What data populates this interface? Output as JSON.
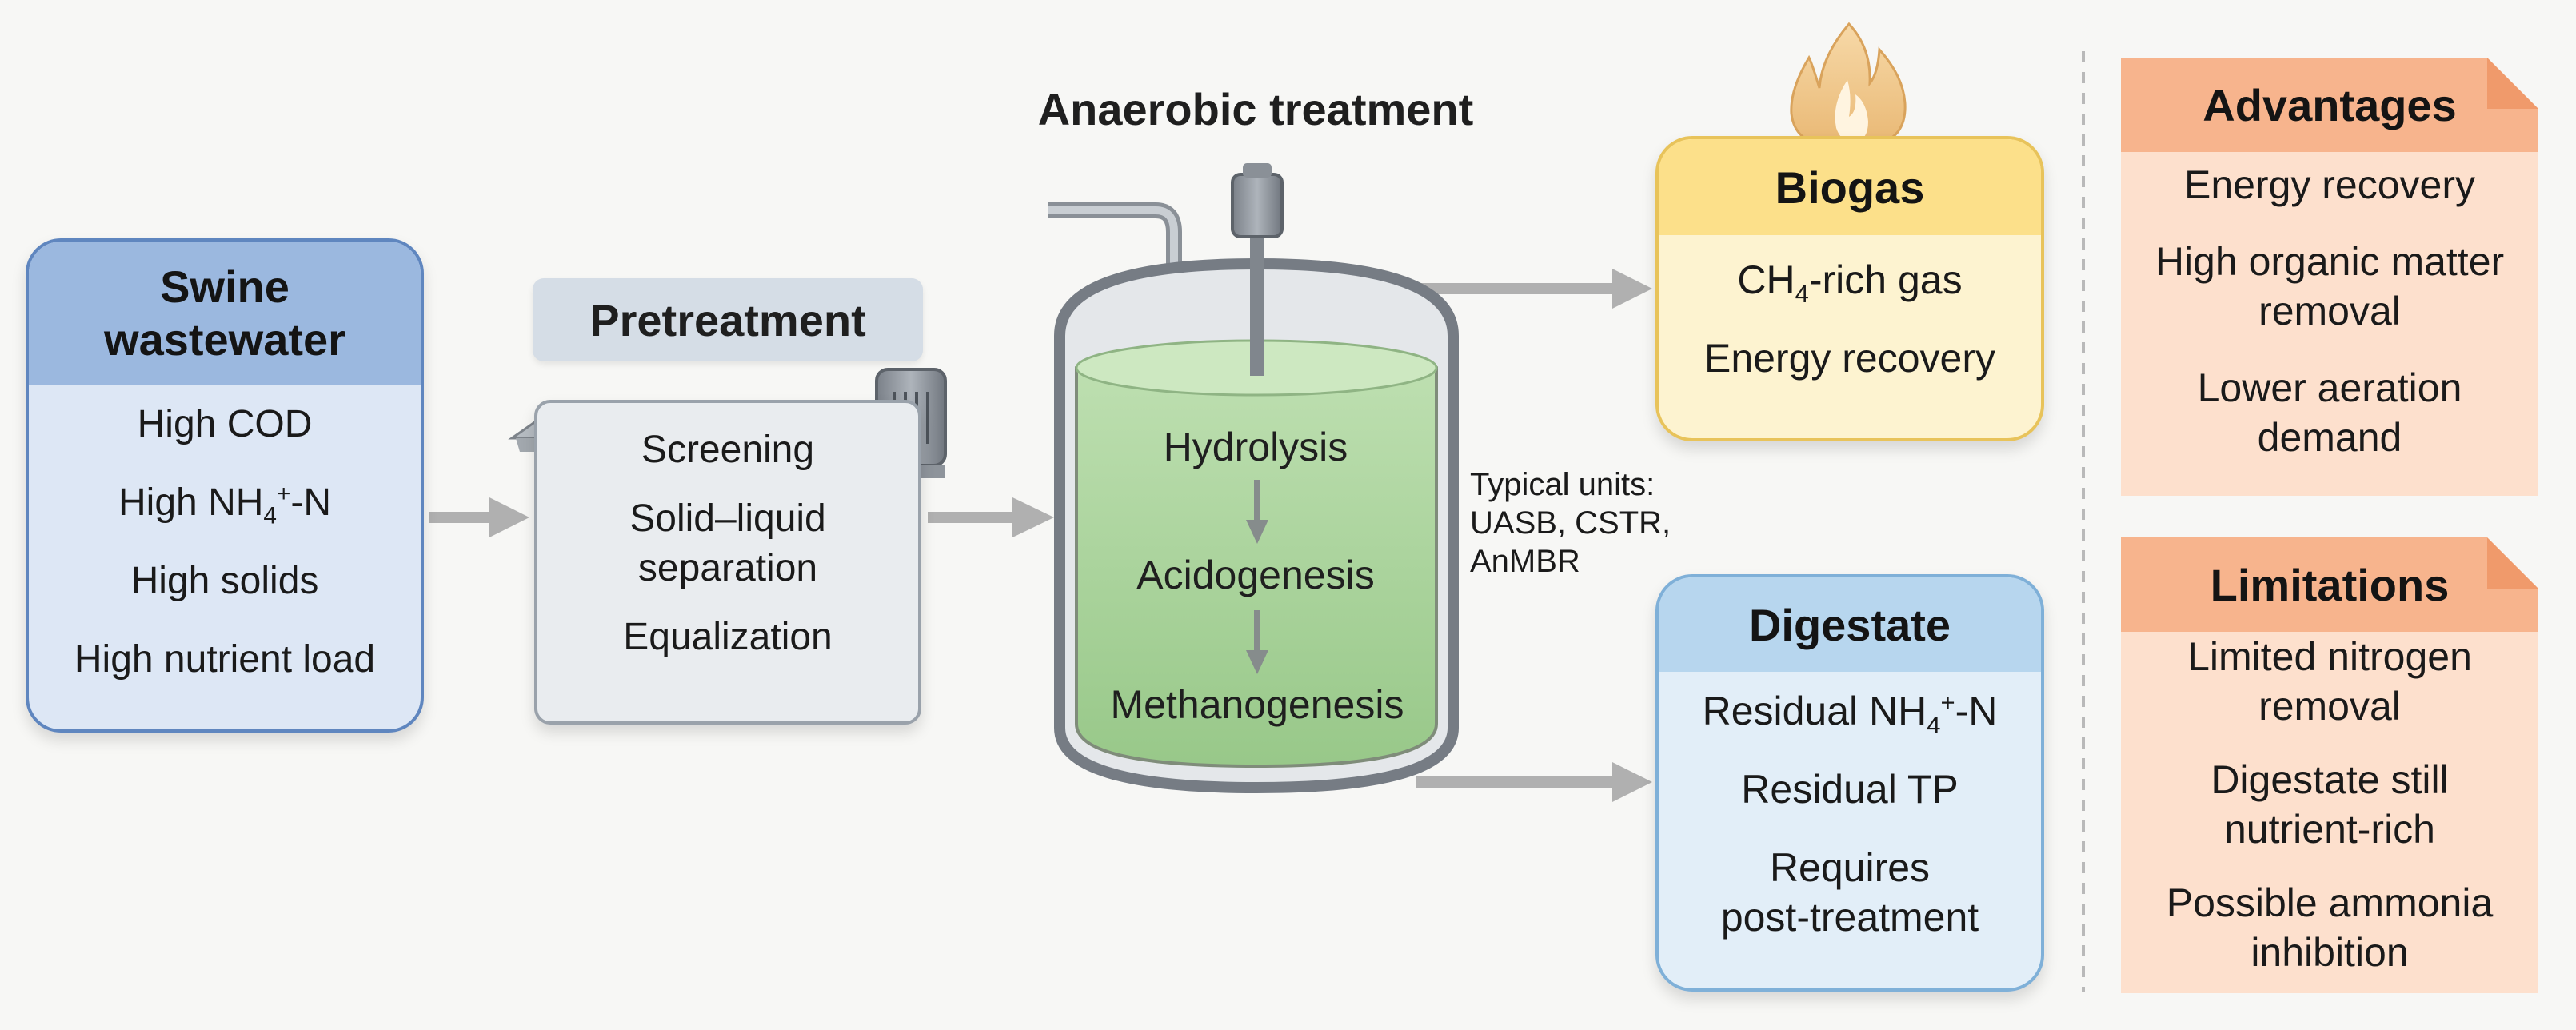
{
  "swine": {
    "title": [
      "Swine",
      "wastewater"
    ],
    "items": [
      {
        "pre": "High COD"
      },
      {
        "pre": "High NH",
        "sub": "4",
        "sup": "+",
        "post": "-N"
      },
      {
        "pre": "High solids"
      },
      {
        "pre": "High nutrient load"
      }
    ]
  },
  "pretreatment": {
    "title": "Pretreatment",
    "items": [
      "Screening",
      "Solid–liquid",
      "separation",
      "Equalization"
    ]
  },
  "anaerobic": {
    "title": "Anaerobic treatment",
    "stages": [
      "Hydrolysis",
      "Acidogenesis",
      "Methanogenesis"
    ],
    "typical_units": [
      "Typical units:",
      "UASB, CSTR,",
      "AnMBR"
    ]
  },
  "biogas": {
    "title": "Biogas",
    "items": [
      {
        "pre": "CH",
        "sub": "4",
        "post": "-rich gas"
      },
      {
        "pre": "Energy recovery"
      }
    ]
  },
  "digestate": {
    "title": "Digestate",
    "items": [
      {
        "pre": "Residual NH",
        "sub": "4",
        "sup": "+",
        "post": "-N"
      },
      {
        "pre": "Residual TP"
      },
      {
        "pre": "Requires"
      },
      {
        "pre": "post-treatment"
      }
    ]
  },
  "advantages": {
    "title": "Advantages",
    "items": [
      [
        "Energy recovery"
      ],
      [
        "High organic matter",
        "removal"
      ],
      [
        "Lower aeration",
        "demand"
      ]
    ]
  },
  "limitations": {
    "title": "Limitations",
    "items": [
      [
        "Limited nitrogen",
        "removal"
      ],
      [
        "Digestate still",
        "nutrient-rich"
      ],
      [
        "Possible ammonia",
        "inhibition"
      ]
    ]
  },
  "colors": {
    "swine_header": "#9bb8df",
    "swine_body": "#dde7f5",
    "swine_border": "#5f86bf",
    "pre_header": "#d5dde6",
    "pre_body": "#e9ecef",
    "tank_liquid": "#a9d49c",
    "biogas_header": "#fce08a",
    "biogas_body": "#fdf3d0",
    "digestate_header": "#b7d6ee",
    "digestate_body": "#e2eef8",
    "note_header": "#f7b48d",
    "note_body": "#fde0cd",
    "arrow": "#b0b0b0"
  }
}
